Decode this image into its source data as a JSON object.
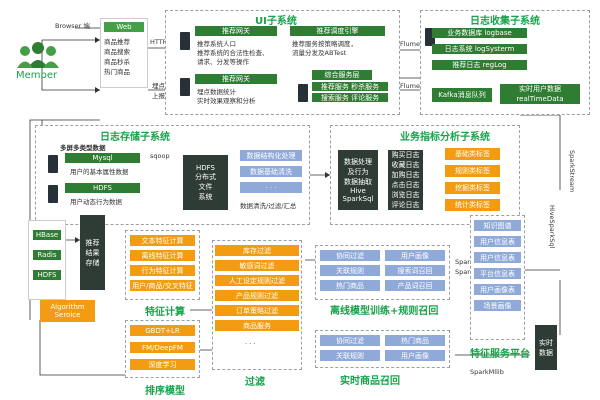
{
  "member": "Member",
  "browser": "Browser 端",
  "web": "Web",
  "web_items": [
    "商品推荐",
    "商品搜索",
    "商品秒杀",
    "热门商品"
  ],
  "http": "HTTP",
  "uplog": "埋点",
  "uplog2": "上报",
  "ui_title": "UI子系统",
  "ui_box1": "推荐网关",
  "ui_text1": [
    "推荐系统人口",
    "推荐系统的合法性检查、",
    "请求、分发等操作"
  ],
  "ui_box2": "推荐网关",
  "ui_text2": [
    "埋点数据统计",
    "实时效果观察和分析"
  ],
  "ui_right1": "推荐调度引擎",
  "ui_right_text1": [
    "推荐服务按策略调度，",
    "流量分发及ABTest"
  ],
  "ui_right2": "综合服务层",
  "ui_right_text2": [
    "推荐服务  秒杀服务",
    "搜索服务  评论服务"
  ],
  "flume1": "Flume",
  "flume2": "Flume",
  "log_title": "日志收集子系统",
  "log_items": [
    "业务数据库 logbase",
    "日志系统 logSysterm",
    "推荐日志 regLog"
  ],
  "kafka": "Kafka消息队列",
  "kafka_right": [
    "实时用户数据",
    "realTimeData"
  ],
  "storage_title": "日志存储子系统",
  "storage_subtitle": "多屏多类型数据",
  "mysql": "Mysql",
  "mysql_desc": "用户的基本属性数据",
  "hdfs": "HDFS",
  "hdfs_desc": "用户动态行为数据",
  "sqoop": "sqoop",
  "hdfs_center": [
    "HDFS",
    "分布式",
    "文件",
    "系统"
  ],
  "clean_items": [
    "数据结构化处理",
    "数据基础清洗",
    "· · ·"
  ],
  "clean_caption": "数据清洗/过滤/汇总",
  "analysis_title": "业务指标分析子系统",
  "analysis_box": [
    "数据处理",
    "及行为",
    "数据抽取",
    "Hive",
    "SparkSql"
  ],
  "analysis_box2": [
    "购买日志",
    "收藏日志",
    "加购日志",
    "点击日志",
    "浏览日志",
    "评论日志"
  ],
  "tags": [
    "基础类标签",
    "规则类标签",
    "挖掘类标签",
    "统计类标签"
  ],
  "spark_stream": "SparkStream",
  "hive_spark": "HiveSparkSql",
  "left_db": [
    "HBase",
    "Radis",
    "HDFS"
  ],
  "algo": [
    "Algorithm",
    "Seroice"
  ],
  "result_store": [
    "推荐",
    "结果",
    "存储"
  ],
  "feature_items": [
    "文本特征计算",
    "离线特征计算",
    "行为特征计算",
    "用户/商品/交叉特征"
  ],
  "feature_title": "特征计算",
  "model_items": [
    "GBDT+LR",
    "FM/DeepFM",
    "深度学习"
  ],
  "model_title": "排序模型",
  "filter_items": [
    "库存过滤",
    "敏感词过滤",
    "人工设定规则过滤",
    "产品规则过滤",
    "订单策略过滤",
    "商品服务"
  ],
  "filter_dots": "· · ·",
  "filter_title": "过滤",
  "recall_grid": [
    [
      "协同过滤",
      "用户画像"
    ],
    [
      "关联规则",
      "搜索词召回"
    ],
    [
      "热门商品",
      "产品词召回"
    ]
  ],
  "recall_title": "离线模型训练+规则召回",
  "sparkmllib1": "SparkMllib",
  "sparkgraphx": "SparkGraphx",
  "rt_grid": [
    [
      "协同过滤",
      "热门商品"
    ],
    [
      "关联规则",
      "用户画像"
    ]
  ],
  "rt_title": "实时商品召回",
  "sparkmllib2": "SparkMllib",
  "platform_items": [
    "知识图谱",
    "用户信息表",
    "用户信息表",
    "平台信息表",
    "用户画像表",
    "场景画像"
  ],
  "platform_title": "特征服务平台",
  "realtime": [
    "实时",
    "数据"
  ]
}
